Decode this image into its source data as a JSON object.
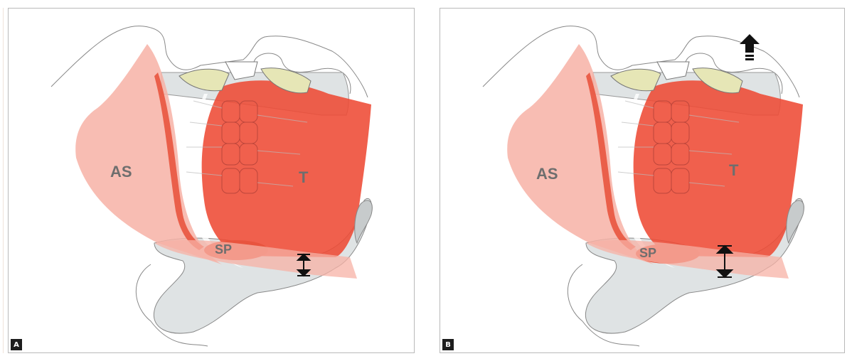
{
  "panels": [
    {
      "letter": "A",
      "labels": {
        "as": "AS",
        "t": "T",
        "sp": "SP"
      },
      "arrow": "double-vertical-arrow"
    },
    {
      "letter": "B",
      "labels": {
        "as": "AS",
        "t": "T",
        "sp": "SP"
      },
      "arrow": "double-vertical-arrow",
      "upward_arrow": "up-arrow-icon"
    }
  ],
  "colors": {
    "as_fill": "#f7b2a6",
    "t_fill": "#ee4a34",
    "sp_fill": "#e8543e",
    "teeth_fill": "#e6e6b6",
    "bone_fill": "#dfe3e4",
    "outline": "#777777"
  }
}
